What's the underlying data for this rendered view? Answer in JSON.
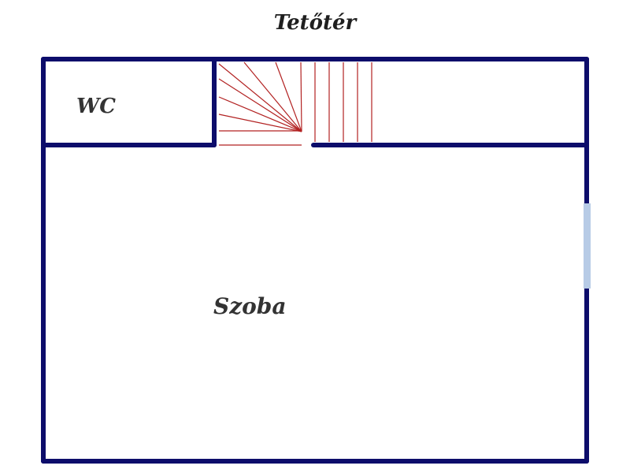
{
  "title": "Tetőtér",
  "rooms": {
    "wc": "WC",
    "szoba": "Szoba"
  },
  "colors": {
    "wall": "#0d0d6b",
    "stairs": "#b22222",
    "window": "#b7cbe6",
    "label": "#333333",
    "background": "#ffffff"
  }
}
